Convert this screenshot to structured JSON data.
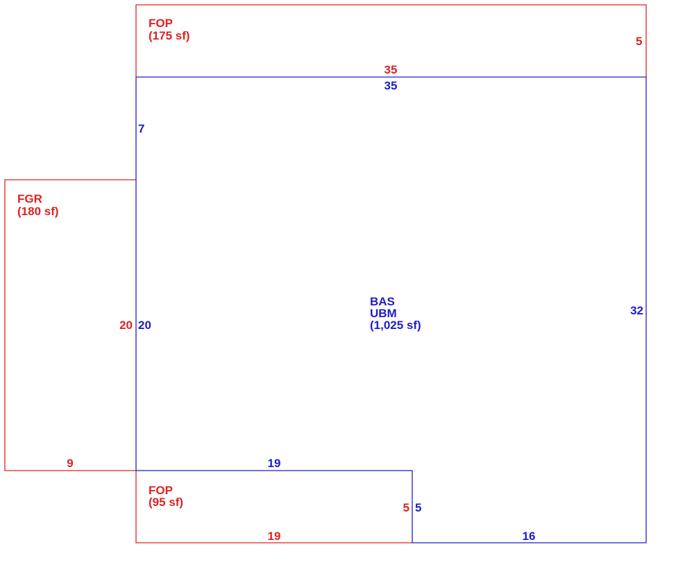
{
  "colors": {
    "red": "#dd2222",
    "blue": "#1c1ccc"
  },
  "areas": {
    "fop_top": {
      "code": "FOP",
      "area": "(175 sf)",
      "dim_right": "5",
      "dim_bottom": "35"
    },
    "base": {
      "code": "BAS",
      "subcode": "UBM",
      "area": "(1,025 sf)",
      "dim_top": "35",
      "dim_top_left": "7",
      "dim_left": "20",
      "dim_right": "32",
      "dim_notch_top": "19",
      "dim_notch_side": "5",
      "dim_bottom": "16"
    },
    "fgr": {
      "code": "FGR",
      "area": "(180 sf)",
      "dim_right": "20",
      "dim_bottom": "9"
    },
    "fop_bottom": {
      "code": "FOP",
      "area": "(95 sf)",
      "dim_right": "5",
      "dim_bottom": "19"
    }
  }
}
